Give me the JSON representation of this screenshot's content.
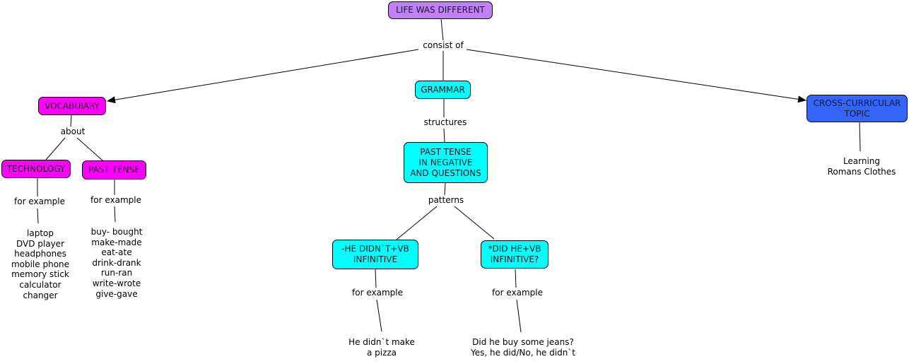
{
  "colors": {
    "root": "#c080f8",
    "vocabulary": "#ff00ff",
    "grammar": "#00ffff",
    "topic": "#3366ff"
  },
  "nodes": {
    "root": "LIFE WAS DIFFERENT",
    "vocabulary": "VOCABUIARY",
    "grammar": "GRAMMAR",
    "cross_curricular": "CROSS-CURRICULAR\nTOPIC",
    "technology": "TECHNOLOGY",
    "past_tense": "PAST TENSE",
    "past_tense_neg_q": "PAST TENSE\nIN NEGATIVE\nAND QUESTIONS",
    "negative_pattern": "-HE DIDN`T+VB\nINFINITIVE",
    "question_pattern": "*DID HE+VB\nINFINITIVE?"
  },
  "links": {
    "consist_of": "consist of",
    "about": "about",
    "structures": "structures",
    "patterns": "patterns",
    "tech_for_example": "for example",
    "past_for_example": "for example",
    "neg_for_example": "for example",
    "q_for_example": "for example"
  },
  "leaves": {
    "technology_examples": [
      "laptop",
      "DVD player",
      "headphones",
      "mobile phone",
      "memory stick",
      "calculator",
      "changer"
    ],
    "past_tense_examples": [
      "buy- bought",
      "make-made",
      "eat-ate",
      "drink-drank",
      "run-ran",
      "write-wrote",
      "give-gave"
    ],
    "negative_example": "He didn`t make\na pizza",
    "question_example": "Did he buy some jeans?\nYes, he did/No, he didn`t",
    "topic_text": "Learning\nRomans Clothes"
  }
}
